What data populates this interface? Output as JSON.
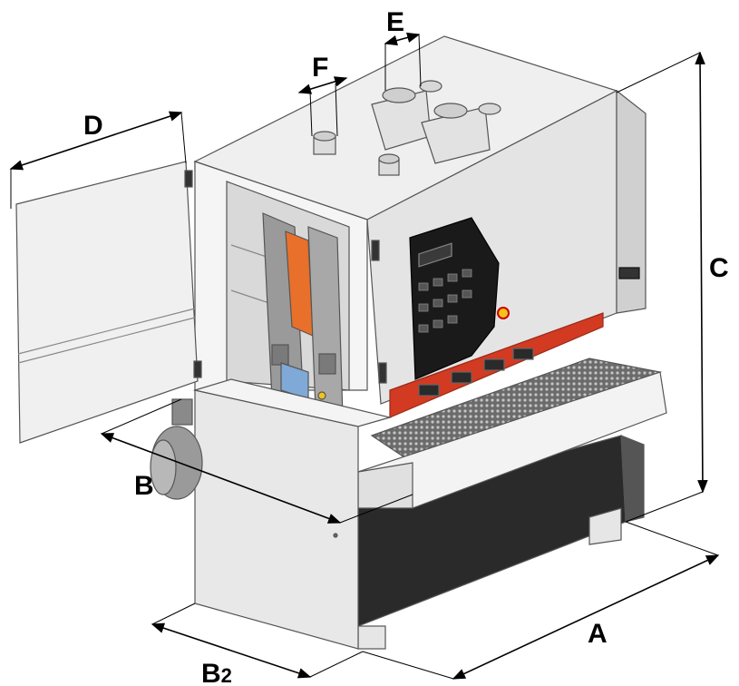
{
  "dimensions": {
    "A": "A",
    "B": "B",
    "B2": "B",
    "B2_sub": "2",
    "C": "C",
    "D": "D",
    "E": "E",
    "F": "F"
  },
  "colors": {
    "accent": "#d23a22",
    "orange": "#e8702a",
    "panel": "#1a1a1a",
    "body": "#e9e9e9",
    "emergency": "#f2c318"
  },
  "icons": {
    "motor": "motor-icon",
    "emergency_stop": "emergency-stop-icon",
    "brand_plate": "brand-plate"
  }
}
